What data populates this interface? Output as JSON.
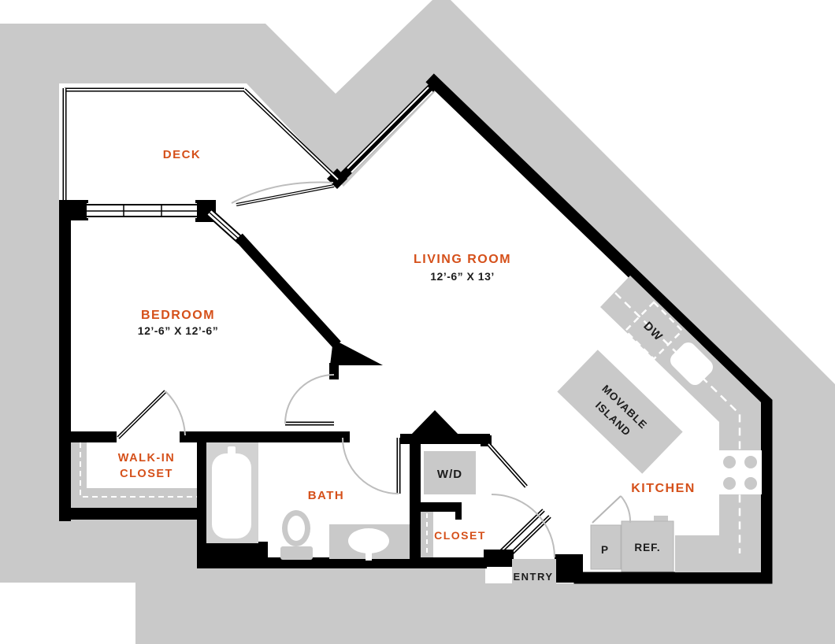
{
  "title": "One-bedroom apartment floor plan",
  "colors": {
    "mass_gray": "#C9C9C9",
    "fixture_gray": "#CDCDCD",
    "tub_gray": "#D2D2D2",
    "label_orange": "#D5501A",
    "text_dark": "#1C1C1C",
    "arc_gray": "#BDBDBD",
    "wall_black": "#000000"
  },
  "rooms": {
    "deck": {
      "label": "DECK"
    },
    "bedroom": {
      "label": "BEDROOM",
      "dims": "12’-6” X 12’-6”"
    },
    "living_room": {
      "label": "LIVING ROOM",
      "dims": "12’-6” X 13’"
    },
    "walk_in_closet": {
      "line1": "WALK-IN",
      "line2": "CLOSET"
    },
    "bath": {
      "label": "BATH"
    },
    "closet": {
      "label": "CLOSET"
    },
    "kitchen": {
      "label": "KITCHEN"
    },
    "entry": {
      "label": "ENTRY"
    }
  },
  "fixtures": {
    "washer_dryer": "W/D",
    "dishwasher": "DW",
    "refrigerator": "REF.",
    "pantry": "P",
    "island_line1": "MOVABLE",
    "island_line2": "ISLAND"
  }
}
